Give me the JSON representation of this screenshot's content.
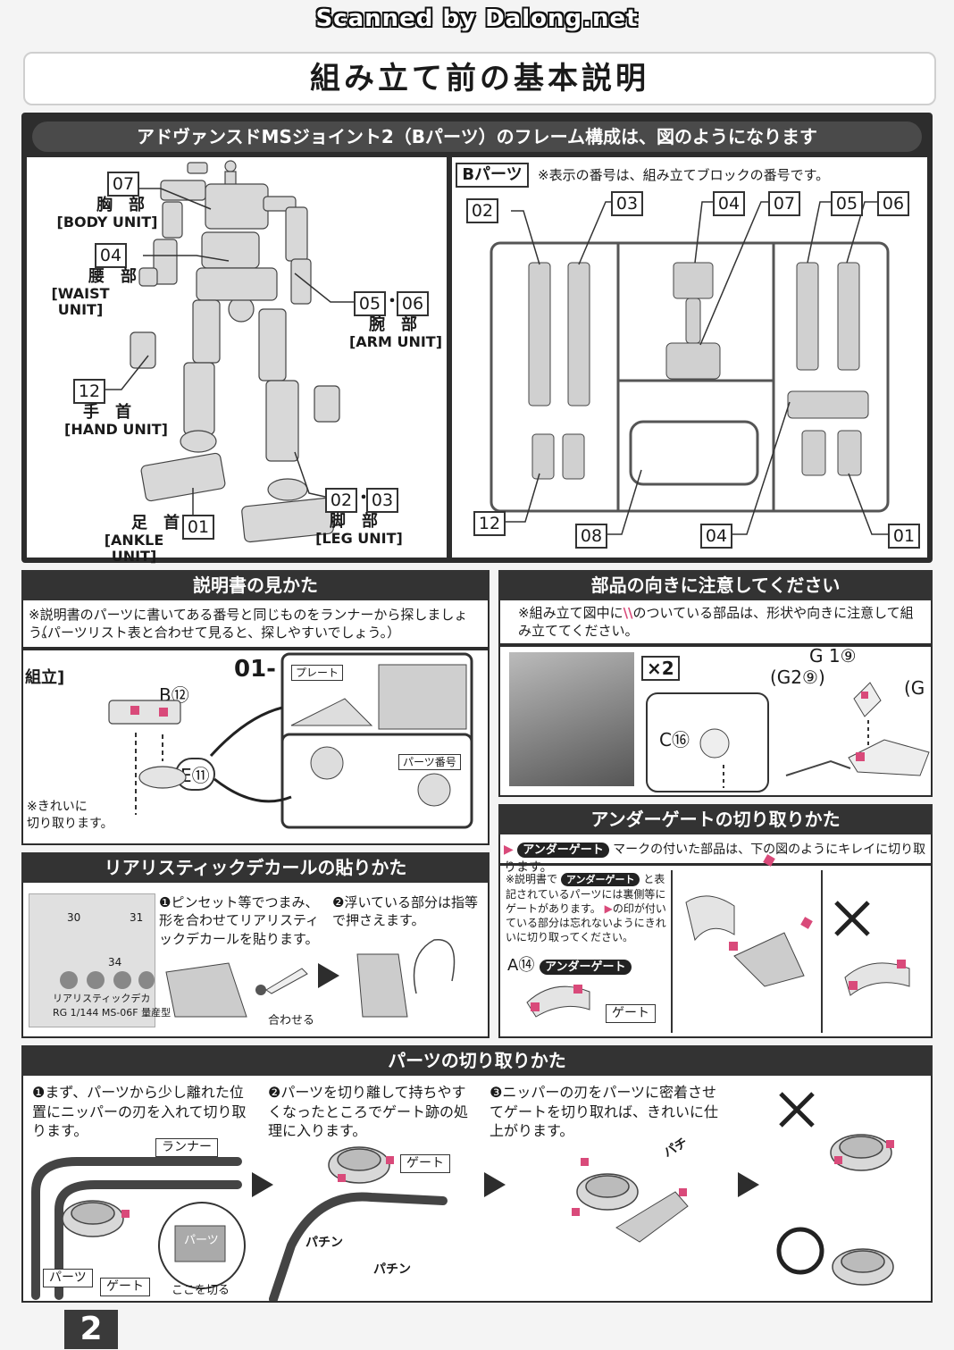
{
  "watermark": "Scanned by Dalong.net",
  "page_title": "組み立て前の基本説明",
  "frame_section": {
    "heading": "アドヴァンスドMSジョイント2（Bパーツ）のフレーム構成は、図のようになります",
    "units": {
      "body": {
        "num": "07",
        "jp": "胸　部",
        "en": "[BODY UNIT]"
      },
      "waist": {
        "num": "04",
        "jp": "腰　部",
        "en": "[WAIST UNIT]"
      },
      "arm": {
        "num_a": "05",
        "num_b": "06",
        "jp": "腕　部",
        "en": "[ARM UNIT]"
      },
      "hand": {
        "num": "12",
        "jp": "手　首",
        "en": "[HAND UNIT]"
      },
      "leg": {
        "num_a": "02",
        "num_b": "03",
        "jp": "脚　部",
        "en": "[LEG UNIT]"
      },
      "ankle": {
        "num": "01",
        "jp": "足　首",
        "en": "[ANKLE UNIT]"
      }
    },
    "dot": "・",
    "runner": {
      "label": "Bパーツ",
      "note": "※表示の番号は、組み立てブロックの番号です。",
      "top_nums": [
        "02",
        "03",
        "04",
        "07",
        "05",
        "06"
      ],
      "bottom_nums": [
        "12",
        "08",
        "04",
        "01"
      ]
    }
  },
  "howto_read": {
    "heading": "説明書の見かた",
    "text1": "※説明書のパーツに書いてある番号と同じものをランナーから探しましょう。",
    "text2": "（パーツリスト表と合わせて見ると、探しやすいでしょう。）",
    "assembly_label": "組立]",
    "step_label": "01-",
    "part_b": "B⑫",
    "part_e": "E⑪",
    "plate_label": "プレート",
    "part_no_label": "パーツ番号",
    "note": "※きれいに\n切り取ります。"
  },
  "orientation": {
    "heading": "部品の向きに注意してください",
    "text": "※組み立て図中に",
    "text_after": "のついている部品は、形状や向きに注意して組み立ててください。",
    "x2": "×2",
    "g1": "G 1⑨",
    "g2": "(G2⑨)",
    "c16": "C⑯",
    "partial": "(G"
  },
  "undergate": {
    "heading": "アンダーゲートの切り取りかた",
    "badge": "アンダーゲート",
    "lead": "マークの付いた部品は、下の図のようにキレイに切り取ります。",
    "note_a": "※説明書で",
    "note_b": "と表記されているパーツには裏側等にゲートがあります。",
    "note_c": "の印が付いている部分は忘れないようにきれいに切り取ってください。",
    "part": "A⑭",
    "gate": "ゲート"
  },
  "decal": {
    "heading": "リアリスティックデカールの貼りかた",
    "step1": "❶ピンセット等でつまみ、形を合わせてリアリスティックデカールを貼ります。",
    "step2": "❷浮いている部分は指等で押さえます。",
    "align": "合わせる",
    "sheet_nums": [
      "30",
      "31",
      "34"
    ],
    "sheet_label1": "リアリスティックデカ",
    "sheet_label2": "RG 1/144 MS-06F 量産型"
  },
  "cutting": {
    "heading": "パーツの切り取りかた",
    "step1": "❶まず、パーツから少し離れた位置にニッパーの刃を入れて切り取ります。",
    "step2": "❷パーツを切り離して持ちやすくなったところでゲート跡の処理に入ります。",
    "step3": "❸ニッパーの刃をパーツに密着させてゲートを切り取れば、きれいに仕上がります。",
    "runner": "ランナー",
    "parts": "パーツ",
    "gate": "ゲート",
    "cut_here": "ここを切る",
    "parts_tag": "パーツ",
    "snap1": "パチン",
    "snap2": "パチン",
    "snap3": "パチ"
  },
  "page_number": "2"
}
